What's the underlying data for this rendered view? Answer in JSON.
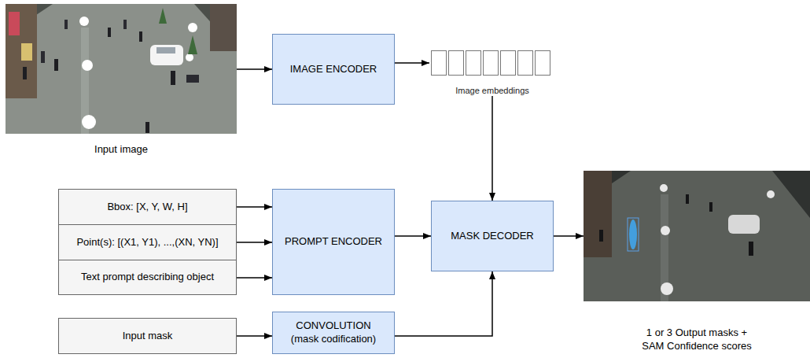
{
  "diagram": {
    "nodes": [
      {
        "text": [
          "Input image"
        ]
      },
      {
        "text": [
          "IMAGE ENCODER"
        ]
      },
      {
        "text": [
          "Image embeddings"
        ]
      },
      {
        "text": [
          "Bbox: [X, Y, W, H]"
        ]
      },
      {
        "text": [
          "Point(s): [(X1, Y1), ...,(XN, YN)]"
        ]
      },
      {
        "text": [
          "Text prompt describing object"
        ]
      },
      {
        "text": [
          "PROMPT ENCODER"
        ]
      },
      {
        "text": [
          "MASK DECODER"
        ]
      },
      {
        "text": [
          "1 or 3 Output masks + SAM Confidence scores"
        ]
      },
      {
        "text": [
          "Input mask"
        ]
      },
      {
        "text": [
          "CONVOLUTION (mask codification)"
        ]
      }
    ],
    "edges": [
      {
        "from": 0,
        "to": 1,
        "arrow": "to"
      },
      {
        "from": 1,
        "to": 2,
        "arrow": "to"
      },
      {
        "from": 2,
        "to": 7,
        "arrow": "to"
      },
      {
        "from": 3,
        "to": 6,
        "arrow": "to"
      },
      {
        "from": 4,
        "to": 6,
        "arrow": "to"
      },
      {
        "from": 5,
        "to": 6,
        "arrow": "to"
      },
      {
        "from": 6,
        "to": 7,
        "arrow": "to"
      },
      {
        "from": 7,
        "to": 8,
        "arrow": "to"
      },
      {
        "from": 9,
        "to": 10,
        "arrow": "to"
      },
      {
        "from": 10,
        "to": 7,
        "arrow": "to"
      }
    ]
  }
}
